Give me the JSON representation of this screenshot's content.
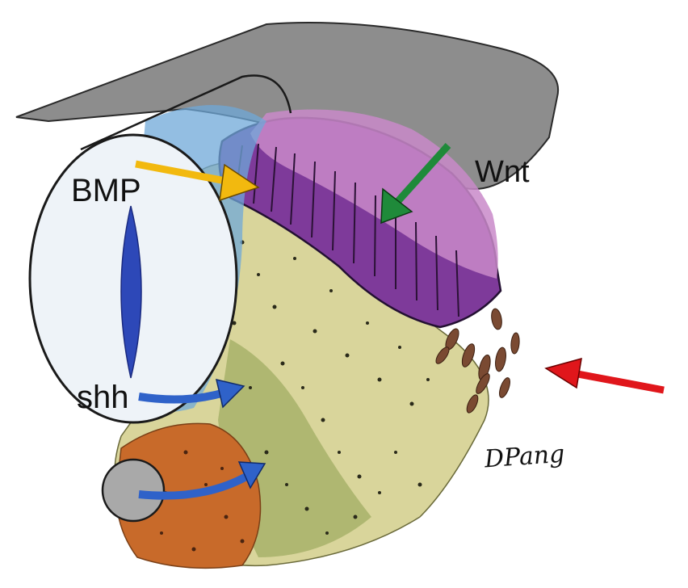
{
  "labels": {
    "bmp": "BMP",
    "wnt": "Wnt",
    "shh": "shh",
    "signature": "DPang"
  },
  "arrows": [
    {
      "name": "bmp-arrow",
      "color": "#f2b90f"
    },
    {
      "name": "wnt-arrow",
      "color": "#1f8a3a"
    },
    {
      "name": "shh-arrow-upper",
      "color": "#2f62c9"
    },
    {
      "name": "shh-arrow-lower",
      "color": "#2f62c9"
    },
    {
      "name": "indicator-arrow",
      "color": "#e0161b"
    }
  ],
  "colors": {
    "sheet": "#8a8a8a",
    "lens": "#2d48b8",
    "cup-interior": "#eef3f8",
    "ectoderm-purple": "#7e3a9a",
    "mesenchyme-yellow": "#d8d49a",
    "orange-tissue": "#c86a2a",
    "vessel-grey": "#a9a9a9"
  }
}
